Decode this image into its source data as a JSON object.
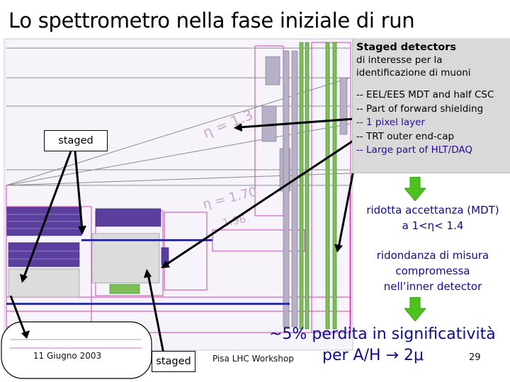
{
  "slide": {
    "title": "Lo spettrometro nella fase iniziale di run",
    "staged_label": "staged",
    "eta_label_1": "η = 1.3",
    "eta_label_2": "η = 1.70",
    "eta_label_3": "1.96"
  },
  "callout": {
    "heading": "Staged detectors",
    "subheading_line1": "di interesse per la",
    "subheading_line2": "identificazione di muoni",
    "items": [
      {
        "text": "-- EEL/EES MDT and half CSC",
        "emphasis": false
      },
      {
        "text": "-- Part of forward shielding",
        "emphasis": false
      },
      {
        "text": "-- 1 pixel layer",
        "emphasis": true
      },
      {
        "text": "-- TRT outer end-cap",
        "emphasis": false
      },
      {
        "text": "-- Large part of  HLT/DAQ",
        "emphasis": true
      }
    ]
  },
  "notes": {
    "acceptance_line1": "ridotta accettanza (MDT)",
    "acceptance_line2": "a 1<η< 1.4",
    "redundancy_line1": "ridondanza di misura",
    "redundancy_line2": "compromessa",
    "redundancy_line3": "nell’inner detector"
  },
  "conclusion": {
    "line1": "~5% perdita in significatività",
    "line2": "per A/H → 2μ"
  },
  "footer": {
    "date": "11 Giugno 2003",
    "workshop": "Pisa LHC Workshop",
    "page_number": "29"
  },
  "colors": {
    "callout_bg": "#d9d9d9",
    "note_text": "#0d0d8c",
    "green_arrow": "#4cc21c",
    "chamber_green": "#7fbf5a",
    "chamber_purple": "#5a3f9e",
    "outline_pink": "#d040b8"
  }
}
